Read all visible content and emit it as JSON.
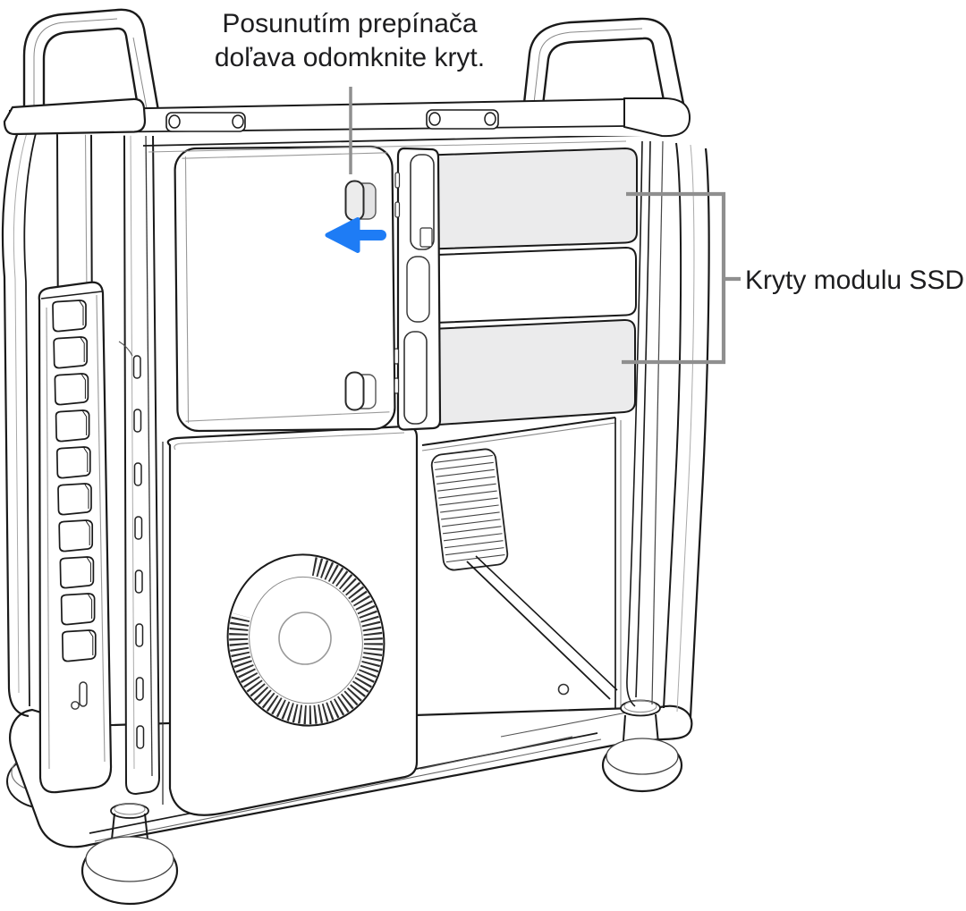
{
  "annotations": {
    "switch_callout": {
      "line1": "Posunutím prepínača",
      "line2": "doľava odomknite kryt."
    },
    "ssd_callout": {
      "label": "Kryty modulu SSD"
    }
  },
  "colors": {
    "background": "#ffffff",
    "line": "#1a1a1a",
    "text": "#1d1d1f",
    "callout_line": "#8f8f8f",
    "arrow": "#1e7cf5",
    "ssd_cover_fill": "#ebebec",
    "switch_fill": "#ececec"
  },
  "illustration": {
    "parts": [
      "left-handle",
      "right-handle",
      "top-rail",
      "ssd-module-covers",
      "lock-switch",
      "lower-latch",
      "unlock-arrow",
      "fan",
      "vent-grille",
      "pcie-slot-covers",
      "expansion-slot-strip",
      "base",
      "feet"
    ]
  }
}
